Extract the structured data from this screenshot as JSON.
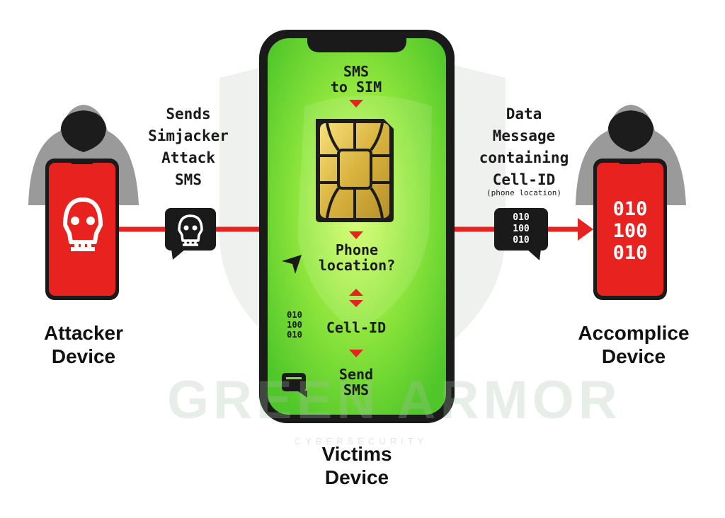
{
  "attacker": {
    "label": "Attacker\nDevice",
    "message_text": "Sends\nSimjacker\nAttack\nSMS",
    "icons": [
      "hacker-icon",
      "skull-icon"
    ]
  },
  "victim": {
    "label": "Victims\nDevice",
    "steps": {
      "sms_to_sim": "SMS\nto SIM",
      "phone_location": "Phone\nlocation?",
      "cell_id": "Cell-ID",
      "send_sms": "Send\nSMS"
    },
    "binary": "010\n100\n010",
    "icons": [
      "sim-card-icon",
      "location-arrow-icon",
      "chat-icon"
    ]
  },
  "accomplice": {
    "label": "Accomplice\nDevice",
    "message_text": "Data\nMessage\ncontaining\nCell-ID",
    "message_note": "(phone location)",
    "bubble_binary": "010\n100\n010",
    "screen_binary": "010\n100\n010",
    "icons": [
      "hacker-icon"
    ]
  },
  "watermark": {
    "brand": "GREEN ARMOR",
    "sub": "CYBERSECURITY"
  },
  "colors": {
    "arrow_red": "#e52421",
    "phone_red": "#e8231f",
    "screen_green": "#7fe03a",
    "dark": "#1a1a1a"
  }
}
